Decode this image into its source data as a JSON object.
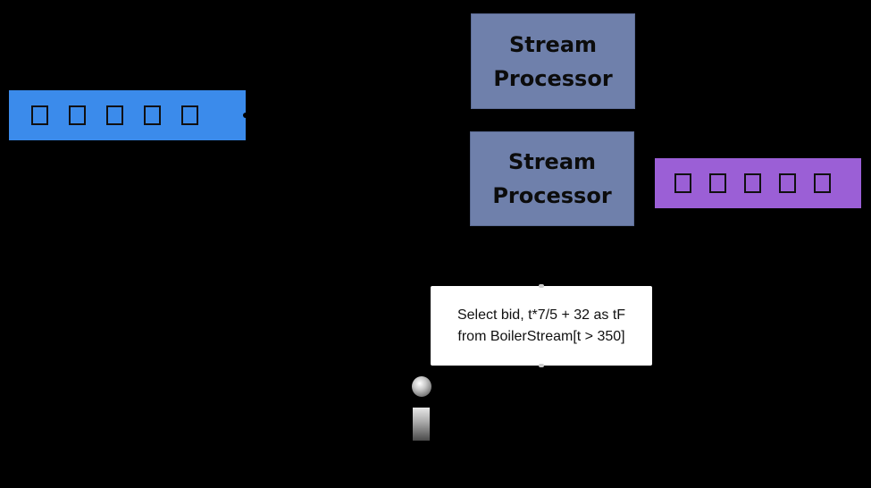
{
  "input_stream": {
    "color": "#3b8beb",
    "event_count": 5
  },
  "output_stream": {
    "color": "#9b5fd6",
    "event_count": 5
  },
  "processors": [
    {
      "line1": "Stream",
      "line2": "Processor"
    },
    {
      "line1": "Stream",
      "line2": "Processor"
    }
  ],
  "processor_color": "#6f80ab",
  "query": {
    "line1": "Select bid, t*7/5 + 32 as tF",
    "line2": "from BoilerStream[t > 350]"
  },
  "user_icon": "person-icon"
}
